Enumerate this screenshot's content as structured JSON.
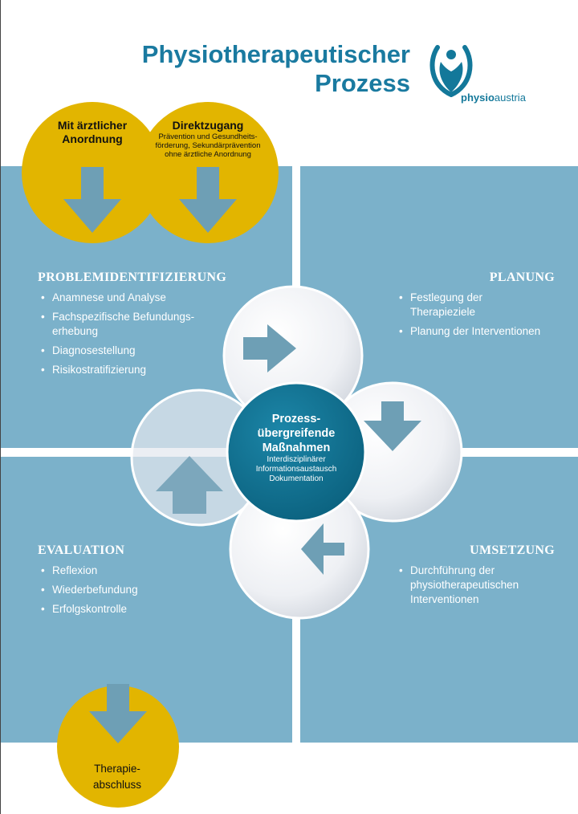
{
  "title": {
    "line1": "Physiotherapeutischer",
    "line2": "Prozess"
  },
  "logo": {
    "icon": "physioaustria-figure-logo",
    "bold": "physio",
    "regular": "austria"
  },
  "entry": {
    "left": {
      "title_line1": "Mit ärztlicher",
      "title_line2": "Anordnung",
      "icon": "arrow-down"
    },
    "right": {
      "title": "Direktzugang",
      "lines": [
        "Prävention und Gesundheits-",
        "förderung, Sekundärprävention",
        "ohne ärztliche Anordnung"
      ],
      "icon": "arrow-down"
    }
  },
  "quadrants": {
    "problem": {
      "heading": "PROBLEMIDENTIFIZIERUNG",
      "items": [
        "Anamnese und Analyse",
        "Fachspezifische Befundungs-\nerhebung",
        "Diagnosestellung",
        "Risikostratifizierung"
      ]
    },
    "planung": {
      "heading": "PLANUNG",
      "items": [
        "Festlegung der\nTherapieziele",
        "Planung der Interventionen"
      ]
    },
    "evaluation": {
      "heading": "EVALUATION",
      "items": [
        "Reflexion",
        "Wiederbefundung",
        "Erfolgskontrolle"
      ]
    },
    "umsetzung": {
      "heading": "UMSETZUNG",
      "items": [
        "Durchführung der\nphysiotherapeutischen\nInterventionen"
      ]
    }
  },
  "center": {
    "title_lines": [
      "Prozess-",
      "übergreifende",
      "Maßnahmen"
    ],
    "lines": [
      "Interdisziplinärer",
      "Informationsaustausch",
      "Dokumentation"
    ]
  },
  "cycle_arrows": [
    "arrow-right",
    "arrow-down",
    "arrow-left",
    "arrow-up"
  ],
  "exit": {
    "line1": "Therapie-",
    "line2": "abschluss",
    "icon": "arrow-down"
  },
  "colors": {
    "quadrant": "#7bb1ca",
    "arrow": "#6e9fb5",
    "gold": "#e2b500",
    "teal": "#0f6f8f",
    "title": "#1a7aa0"
  }
}
